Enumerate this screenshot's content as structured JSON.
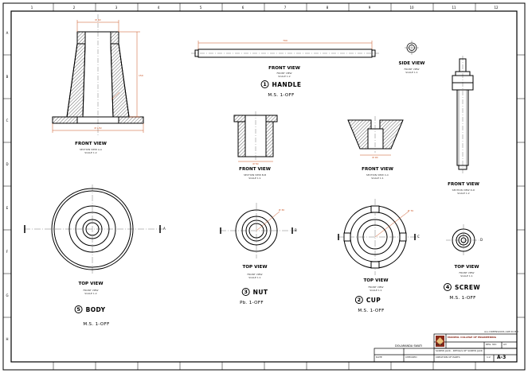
{
  "sheet": {
    "border_numbers": [
      "1",
      "2",
      "3",
      "4",
      "5",
      "6",
      "7",
      "8",
      "9",
      "10",
      "11",
      "12"
    ],
    "border_letters": [
      "A",
      "B",
      "C",
      "D",
      "E",
      "F",
      "G",
      "H"
    ]
  },
  "views": {
    "handle_front": {
      "view": "FRONT VIEW",
      "note_1": "FRONT VIEW",
      "note_2": "SCALE 1:2"
    },
    "handle_side": {
      "view": "SIDE VIEW",
      "note_1": "FRONT VIEW",
      "note_2": "SCALE 1:1"
    },
    "nut_front": {
      "view": "FRONT VIEW",
      "note_1": "SECTION VIEW B-B",
      "note_2": "SCALE 1:1"
    },
    "cup_front": {
      "view": "FRONT VIEW",
      "note_1": "SECTION VIEW C-C",
      "note_2": "SCALE 1:1"
    },
    "screw_front": {
      "view": "FRONT VIEW",
      "note_1": "SECTION VIEW D-D",
      "note_2": "SCALE 1:2"
    },
    "body_front": {
      "view": "FRONT VIEW",
      "note_1": "SECTION VIEW A-A",
      "note_2": "SCALE 1:2"
    },
    "body_top": {
      "view": "TOP VIEW",
      "note_1": "FRONT VIEW",
      "note_2": "SCALE 1:2"
    },
    "nut_top": {
      "view": "TOP VIEW",
      "note_1": "FRONT VIEW",
      "note_2": "SCALE 1:1"
    },
    "cup_top": {
      "view": "TOP VIEW",
      "note_1": "FRONT VIEW",
      "note_2": "SCALE 1:1"
    },
    "screw_top": {
      "view": "TOP VIEW",
      "note_1": "FRONT VIEW",
      "note_2": "SCALE 1:1"
    }
  },
  "parts": {
    "handle": {
      "number": "1",
      "name": "HANDLE",
      "material": "M.S. 1-OFF"
    },
    "cup": {
      "number": "2",
      "name": "CUP",
      "material": "M.S. 1-OFF"
    },
    "nut": {
      "number": "3",
      "name": "NUT",
      "material": "Pb. 1-OFF"
    },
    "screw": {
      "number": "4",
      "name": "SCREW",
      "material": "M.S. 1-OFF"
    },
    "body": {
      "number": "5",
      "name": "BODY",
      "material": "M.S. 1-OFF"
    }
  },
  "dimensions": {
    "handle_length": "700",
    "body_top_width": "Ø 60",
    "body_bottom_width": "Ø 150",
    "body_height": "150",
    "nut_width": "Ø 50",
    "cup_width": "Ø 90",
    "nut_dia": "Ø 30",
    "cup_dia": "Ø 70"
  },
  "section_markers": {
    "a": "A",
    "b": "B",
    "c": "C",
    "d": "D"
  },
  "notes": {
    "drawn_by": "DOLARANDA SWATI",
    "dimensions_note": "ALL DIMENSIONS ARE IN MM"
  },
  "title_block": {
    "institute": "MANIPAL COLLEGE OF ENGINEERING",
    "name_label": "NAME:",
    "reg_label": "REG. NO:",
    "title": "SCREW JACK - DETAILS OF SCREW JACK",
    "sub_title": "CREATION OF PARTS",
    "sheet_no": "A3",
    "sheet_code": "A-3",
    "scale": "1:2",
    "date_label": "DATE",
    "checked_label": "CHECKED"
  },
  "colors": {
    "line": "#000000",
    "dimension": "#c8501e",
    "center": "#555555"
  }
}
